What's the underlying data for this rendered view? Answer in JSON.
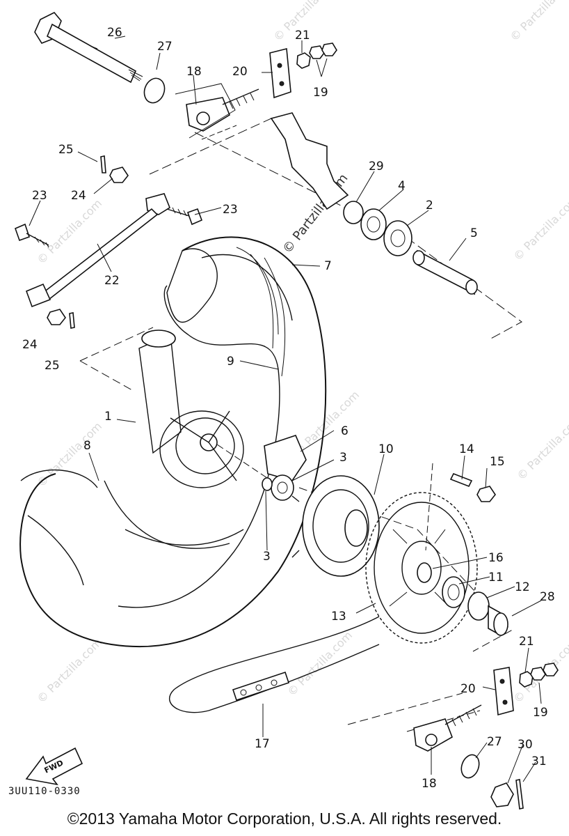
{
  "diagram": {
    "code": "3UU110-0330",
    "direction_badge": "FWD",
    "watermark": "© Partzilla.com",
    "parts": [
      {
        "id": "p1",
        "label": "1"
      },
      {
        "id": "p2",
        "label": "2"
      },
      {
        "id": "p3a",
        "label": "3"
      },
      {
        "id": "p3b",
        "label": "3"
      },
      {
        "id": "p4",
        "label": "4"
      },
      {
        "id": "p5",
        "label": "5"
      },
      {
        "id": "p6",
        "label": "6"
      },
      {
        "id": "p7",
        "label": "7"
      },
      {
        "id": "p8",
        "label": "8"
      },
      {
        "id": "p9",
        "label": "9"
      },
      {
        "id": "p10",
        "label": "10"
      },
      {
        "id": "p11",
        "label": "11"
      },
      {
        "id": "p12",
        "label": "12"
      },
      {
        "id": "p13",
        "label": "13"
      },
      {
        "id": "p14",
        "label": "14"
      },
      {
        "id": "p15",
        "label": "15"
      },
      {
        "id": "p16",
        "label": "16"
      },
      {
        "id": "p17",
        "label": "17"
      },
      {
        "id": "p18a",
        "label": "18"
      },
      {
        "id": "p18b",
        "label": "18"
      },
      {
        "id": "p19a",
        "label": "19"
      },
      {
        "id": "p19b",
        "label": "19"
      },
      {
        "id": "p20a",
        "label": "20"
      },
      {
        "id": "p20b",
        "label": "20"
      },
      {
        "id": "p21a",
        "label": "21"
      },
      {
        "id": "p21b",
        "label": "21"
      },
      {
        "id": "p22",
        "label": "22"
      },
      {
        "id": "p23a",
        "label": "23"
      },
      {
        "id": "p23b",
        "label": "23"
      },
      {
        "id": "p24a",
        "label": "24"
      },
      {
        "id": "p24b",
        "label": "24"
      },
      {
        "id": "p25a",
        "label": "25"
      },
      {
        "id": "p25b",
        "label": "25"
      },
      {
        "id": "p26",
        "label": "26"
      },
      {
        "id": "p27a",
        "label": "27"
      },
      {
        "id": "p27b",
        "label": "27"
      },
      {
        "id": "p28",
        "label": "28"
      },
      {
        "id": "p29",
        "label": "29"
      },
      {
        "id": "p30",
        "label": "30"
      },
      {
        "id": "p31",
        "label": "31"
      }
    ]
  },
  "footer": {
    "copyright": "©2013 Yamaha Motor Corporation, U.S.A. All rights reserved."
  }
}
